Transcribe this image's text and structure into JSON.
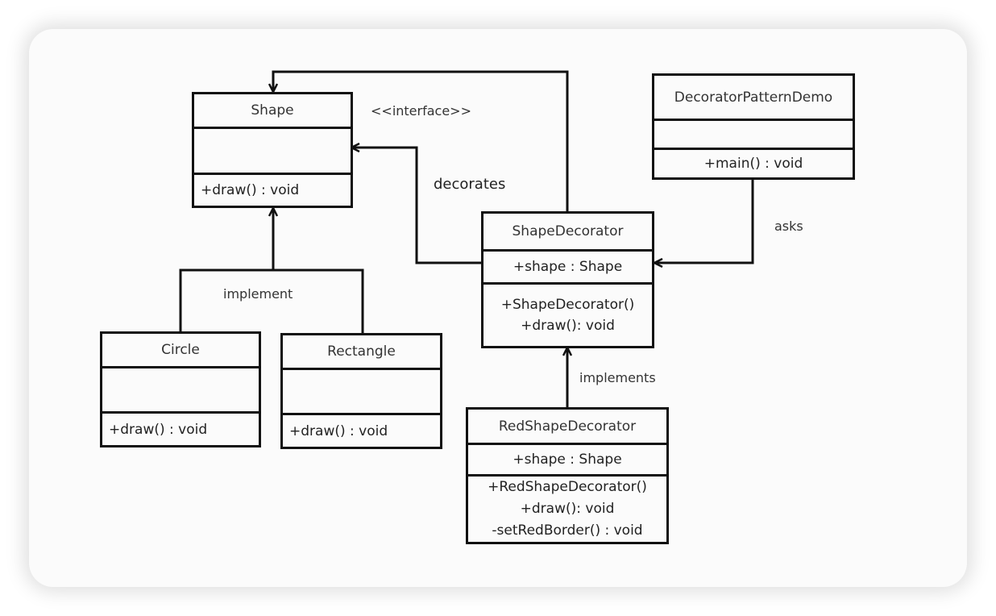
{
  "classes": {
    "shape": {
      "name": "Shape",
      "attributes": [],
      "methods": [
        "+draw() : void"
      ]
    },
    "decorator_pattern_demo": {
      "name": "DecoratorPatternDemo",
      "attributes": [],
      "methods": [
        "+main()  : void"
      ]
    },
    "shape_decorator": {
      "name": "ShapeDecorator",
      "attributes": [
        "+shape  : Shape"
      ],
      "methods": [
        "+ShapeDecorator()",
        "+draw(): void"
      ]
    },
    "circle": {
      "name": "Circle",
      "attributes": [],
      "methods": [
        "+draw()  : void"
      ]
    },
    "rectangle": {
      "name": "Rectangle",
      "attributes": [],
      "methods": [
        "+draw()  : void"
      ]
    },
    "red_shape_decorator": {
      "name": "RedShapeDecorator",
      "attributes": [
        "+shape  : Shape"
      ],
      "methods": [
        "+RedShapeDecorator()",
        "+draw(): void",
        "-setRedBorder()  : void"
      ]
    }
  },
  "labels": {
    "stereotype": "<<interface>>",
    "decorates": "decorates",
    "asks": "asks",
    "implement": "implement",
    "implements": "implements"
  }
}
